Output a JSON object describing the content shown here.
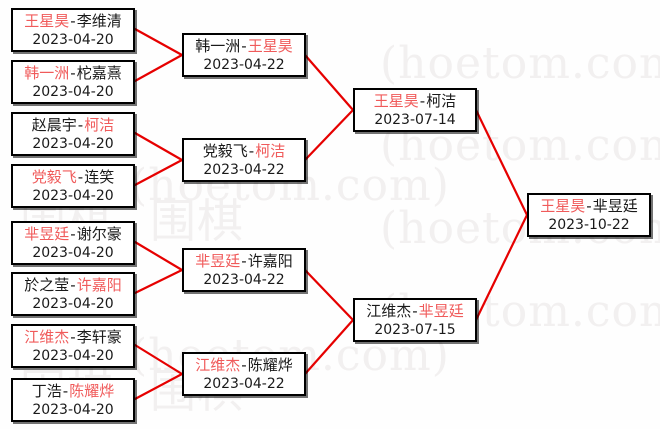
{
  "meta": {
    "watermark_text_en": "(hoetom.com)",
    "watermark_text_cn": "围棋",
    "winner_color": "#f05b5b",
    "loser_color": "#1a1a1a",
    "connector_color": "#e60000",
    "box_border_color": "#000000",
    "background_color": "#ffffff"
  },
  "rounds": [
    {
      "name": "round-1",
      "matches": [
        {
          "player1": "王星昊",
          "player1_winner": true,
          "separator": "-",
          "player2": "李维清",
          "player2_winner": false,
          "date": "2023-04-20"
        },
        {
          "player1": "韩一洲",
          "player1_winner": true,
          "separator": "-",
          "player2": "柁嘉熹",
          "player2_winner": false,
          "date": "2023-04-20"
        },
        {
          "player1": "赵晨宇",
          "player1_winner": false,
          "separator": "-",
          "player2": "柯洁",
          "player2_winner": true,
          "date": "2023-04-20"
        },
        {
          "player1": "党毅飞",
          "player1_winner": true,
          "separator": "-",
          "player2": "连笑",
          "player2_winner": false,
          "date": "2023-04-20"
        },
        {
          "player1": "芈昱廷",
          "player1_winner": true,
          "separator": "-",
          "player2": "谢尔豪",
          "player2_winner": false,
          "date": "2023-04-20"
        },
        {
          "player1": "於之莹",
          "player1_winner": false,
          "separator": "-",
          "player2": "许嘉阳",
          "player2_winner": true,
          "date": "2023-04-20"
        },
        {
          "player1": "江维杰",
          "player1_winner": true,
          "separator": "-",
          "player2": "李轩豪",
          "player2_winner": false,
          "date": "2023-04-20"
        },
        {
          "player1": "丁浩",
          "player1_winner": false,
          "separator": "-",
          "player2": "陈耀烨",
          "player2_winner": true,
          "date": "2023-04-20"
        }
      ]
    },
    {
      "name": "round-2",
      "matches": [
        {
          "player1": "韩一洲",
          "player1_winner": false,
          "separator": "-",
          "player2": "王星昊",
          "player2_winner": true,
          "date": "2023-04-22"
        },
        {
          "player1": "党毅飞",
          "player1_winner": false,
          "separator": "-",
          "player2": "柯洁",
          "player2_winner": true,
          "date": "2023-04-22"
        },
        {
          "player1": "芈昱廷",
          "player1_winner": true,
          "separator": "-",
          "player2": "许嘉阳",
          "player2_winner": false,
          "date": "2023-04-22"
        },
        {
          "player1": "江维杰",
          "player1_winner": true,
          "separator": "-",
          "player2": "陈耀烨",
          "player2_winner": false,
          "date": "2023-04-22"
        }
      ]
    },
    {
      "name": "semifinal",
      "matches": [
        {
          "player1": "王星昊",
          "player1_winner": true,
          "separator": "-",
          "player2": "柯洁",
          "player2_winner": false,
          "date": "2023-07-14"
        },
        {
          "player1": "江维杰",
          "player1_winner": false,
          "separator": "-",
          "player2": "芈昱廷",
          "player2_winner": true,
          "date": "2023-07-15"
        }
      ]
    },
    {
      "name": "final",
      "matches": [
        {
          "player1": "王星昊",
          "player1_winner": true,
          "separator": "-",
          "player2": "芈昱廷",
          "player2_winner": false,
          "date": "2023-10-22"
        }
      ]
    }
  ]
}
